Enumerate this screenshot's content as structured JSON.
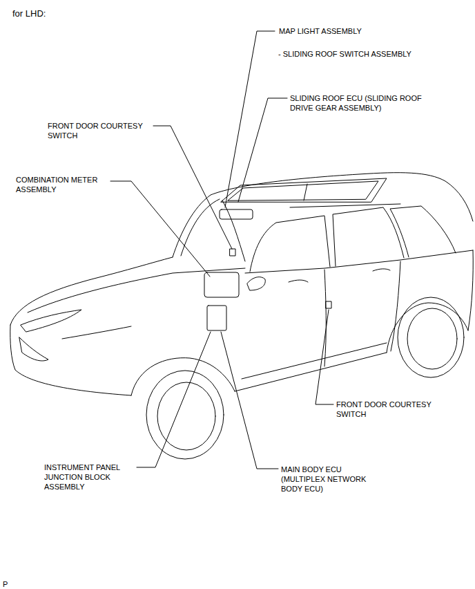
{
  "diagram": {
    "title": "for LHD:",
    "labels": [
      "MAP LIGHT ASSEMBLY",
      "- SLIDING ROOF SWITCH ASSEMBLY",
      "SLIDING ROOF ECU (SLIDING ROOF DRIVE GEAR ASSEMBLY)",
      "FRONT DOOR COURTESY SWITCH",
      "COMBINATION METER ASSEMBLY",
      "FRONT DOOR COURTESY SWITCH",
      "INSTRUMENT PANEL JUNCTION BLOCK ASSEMBLY",
      "MAIN BODY ECU (MULTIPLEX NETWORK BODY ECU)",
      "P"
    ]
  }
}
